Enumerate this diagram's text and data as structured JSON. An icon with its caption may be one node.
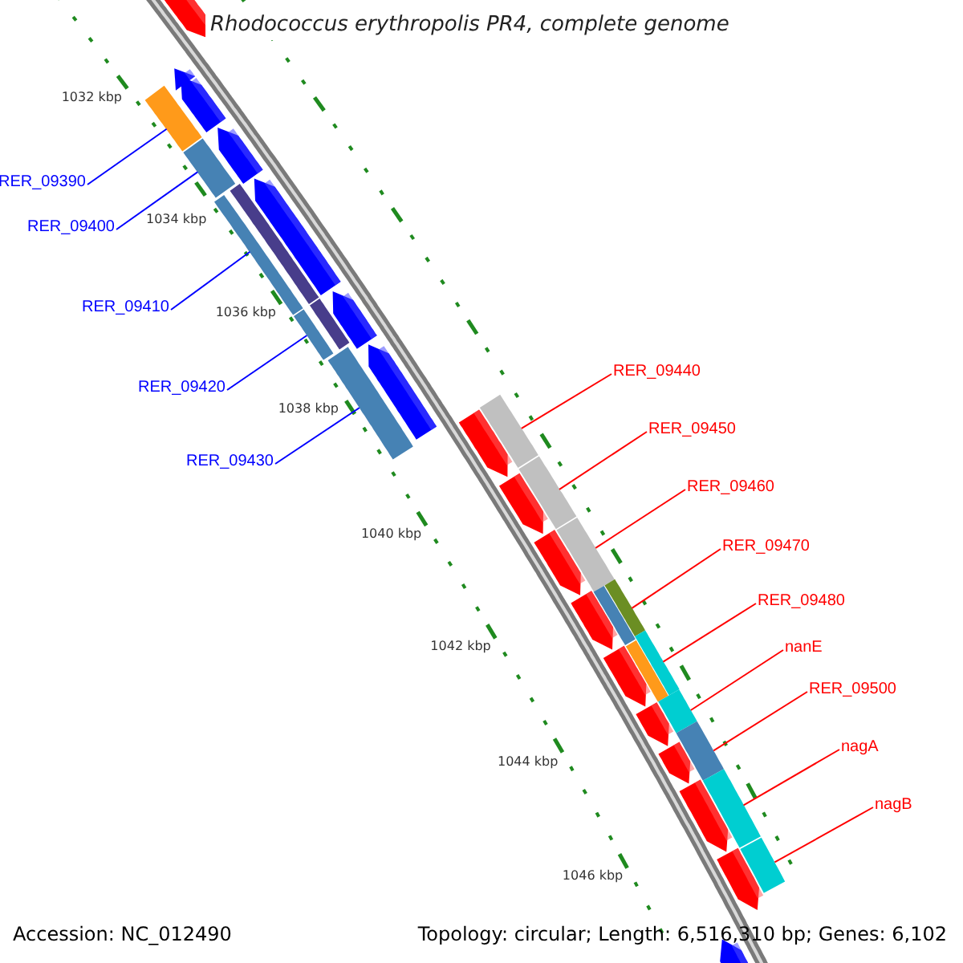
{
  "diagram": {
    "title": "Rhodococcus erythropolis PR4, complete genome",
    "nodes": [
      {
        "text": [
          "RER_09390"
        ]
      },
      {
        "text": [
          "RER_09400"
        ]
      },
      {
        "text": [
          "RER_09410"
        ]
      },
      {
        "text": [
          "RER_09420"
        ]
      },
      {
        "text": [
          "RER_09430"
        ]
      },
      {
        "text": [
          "RER_09440"
        ]
      },
      {
        "text": [
          "RER_09450"
        ]
      },
      {
        "text": [
          "RER_09460"
        ]
      },
      {
        "text": [
          "RER_09470"
        ]
      },
      {
        "text": [
          "RER_09480"
        ]
      },
      {
        "text": [
          "nanE"
        ]
      },
      {
        "text": [
          "RER_09500"
        ]
      },
      {
        "text": [
          "nagA"
        ]
      },
      {
        "text": [
          "nagB"
        ]
      },
      {
        "text": [],
        "shape": "arrow"
      },
      {
        "text": [],
        "shape": "arrow"
      },
      {
        "text": [],
        "shape": "arrow"
      },
      {
        "text": [],
        "shape": "arrow"
      },
      {
        "text": [],
        "shape": "arrow"
      },
      {
        "text": [],
        "shape": "arrow"
      },
      {
        "text": [],
        "shape": "arrow"
      },
      {
        "text": [],
        "shape": "arrow"
      },
      {
        "text": [],
        "shape": "arrow"
      },
      {
        "text": [],
        "shape": "arrow"
      },
      {
        "text": [],
        "shape": "arrow"
      },
      {
        "text": [],
        "shape": "arrow"
      },
      {
        "text": [],
        "shape": "arrow"
      },
      {
        "text": [],
        "shape": "arrow"
      }
    ],
    "edges": [
      {
        "from": 0,
        "to": 14,
        "arrow": "none",
        "color": "#0000ff"
      },
      {
        "from": 1,
        "to": 15,
        "arrow": "none",
        "color": "#0000ff"
      },
      {
        "from": 2,
        "to": 16,
        "arrow": "none",
        "color": "#0000ff"
      },
      {
        "from": 3,
        "to": 17,
        "arrow": "none",
        "color": "#0000ff"
      },
      {
        "from": 4,
        "to": 18,
        "arrow": "none",
        "color": "#0000ff"
      },
      {
        "from": 5,
        "to": 19,
        "arrow": "none"
      },
      {
        "from": 6,
        "to": 20,
        "arrow": "none"
      },
      {
        "from": 7,
        "to": 21,
        "arrow": "none"
      },
      {
        "from": 8,
        "to": 22,
        "arrow": "none"
      },
      {
        "from": 9,
        "to": 23,
        "arrow": "none"
      },
      {
        "from": 10,
        "to": 24,
        "arrow": "none"
      },
      {
        "from": 11,
        "to": 25,
        "arrow": "none"
      },
      {
        "from": 12,
        "to": 26,
        "arrow": "none"
      },
      {
        "from": 13,
        "to": 27,
        "arrow": "none"
      }
    ],
    "labels": [
      "1032 kbp",
      "1034 kbp",
      "1036 kbp",
      "1038 kbp",
      "1040 kbp",
      "1042 kbp",
      "1044 kbp",
      "1046 kbp",
      "Accession: NC_012490",
      "Topology: circular; Length: 6,516,310 bp; Genes: 6,102"
    ]
  }
}
